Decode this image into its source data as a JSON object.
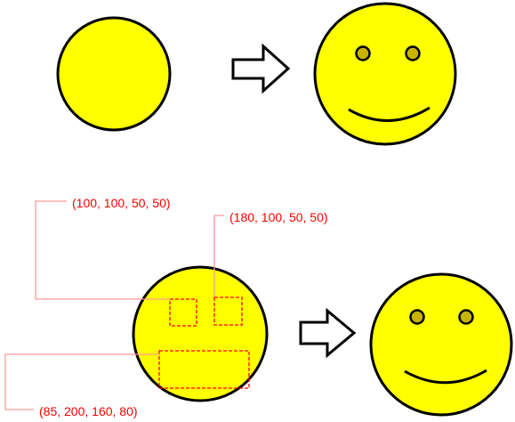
{
  "colors": {
    "face_fill": "#ffff00",
    "outline": "#000000",
    "eye_fill": "#c8b400",
    "annotation": "#ff0000",
    "leader": "#ff9999",
    "arrow_fill": "#ffffff"
  },
  "icons": {
    "transform_arrow": "block-arrow-right-icon"
  },
  "regions": [
    {
      "label": "(100, 100, 50, 50)"
    },
    {
      "label": "(180, 100, 50, 50)"
    },
    {
      "label": "(85, 200, 160, 80)"
    }
  ]
}
